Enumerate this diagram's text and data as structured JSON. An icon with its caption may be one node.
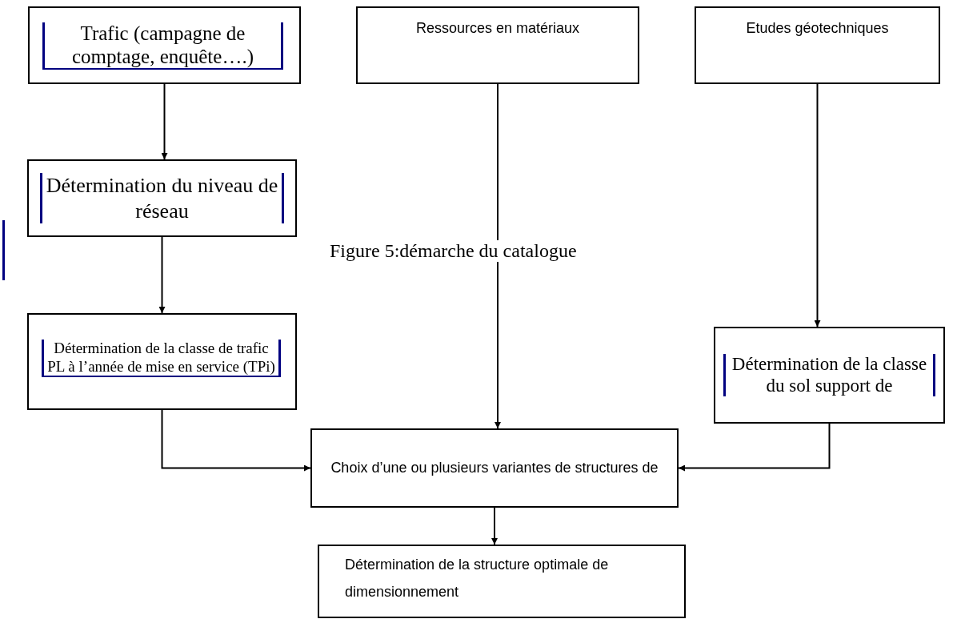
{
  "diagram": {
    "caption": "Figure 5:démarche du catalogue",
    "nodes": [
      {
        "text": [
          "Trafic (campagne de comptage, enquête….)"
        ]
      },
      {
        "text": [
          "Ressources en matériaux"
        ]
      },
      {
        "text": [
          "Etudes géotechniques"
        ]
      },
      {
        "text": [
          "Détermination du niveau de réseau"
        ]
      },
      {
        "text": [
          "Détermination de la classe de trafic PL à l’année de mise en service (TPi)"
        ]
      },
      {
        "text": [
          "Détermination de la classe du sol support de"
        ]
      },
      {
        "text": [
          "Choix d’une ou plusieurs variantes de structures de"
        ]
      },
      {
        "text": [
          "Détermination de la structure optimale de dimensionnement"
        ]
      }
    ],
    "edges": [
      {
        "from": 0,
        "to": 3,
        "arrow": "to"
      },
      {
        "from": 3,
        "to": 4,
        "arrow": "to"
      },
      {
        "from": 1,
        "to": 6,
        "arrow": "to"
      },
      {
        "from": 2,
        "to": 5,
        "arrow": "to"
      },
      {
        "from": 4,
        "to": 6,
        "arrow": "to"
      },
      {
        "from": 5,
        "to": 6,
        "arrow": "to"
      },
      {
        "from": 6,
        "to": 7,
        "arrow": "to"
      }
    ]
  }
}
